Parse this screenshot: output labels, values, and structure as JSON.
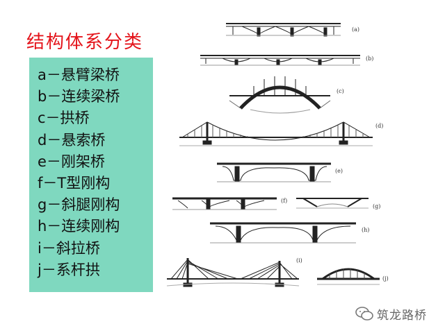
{
  "title": "结构体系分类",
  "legend": [
    "a－悬臂梁桥",
    "b－连续梁桥",
    "c－拱桥",
    "d－悬索桥",
    "e－刚架桥",
    "f－T型刚构",
    "g－斜腿刚构",
    "h－连续刚构",
    "i－斜拉桥",
    "j－系杆拱"
  ],
  "figure_labels": {
    "a": "(a)",
    "b": "(b)",
    "c": "(c)",
    "d": "(d)",
    "e": "(e)",
    "f": "(f)",
    "g": "(g)",
    "h": "(h)",
    "i": "(i)",
    "j": "(j)"
  },
  "watermark": {
    "text": "筑龙路桥",
    "icon": "wechat-icon"
  },
  "colors": {
    "title": "#e4141b",
    "legend_bg": "#7fd8bf",
    "line": "#222222"
  }
}
